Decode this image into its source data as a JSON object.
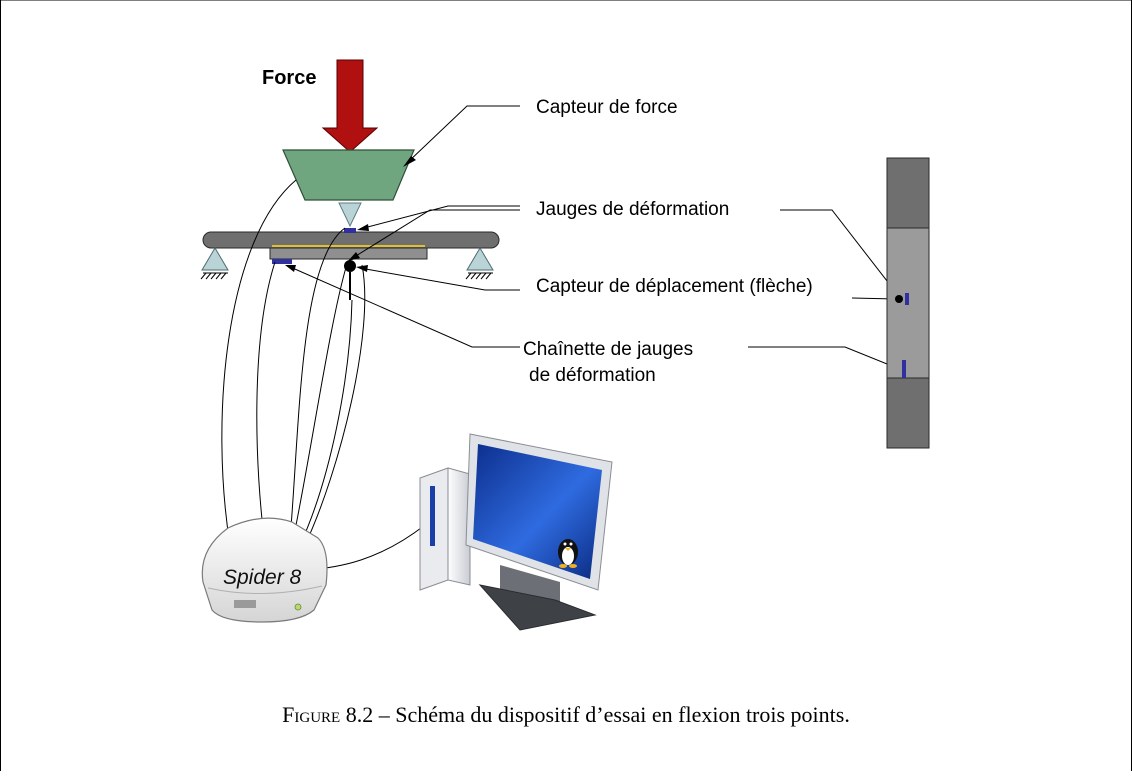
{
  "labels": {
    "force": "Force",
    "capteur_force": "Capteur de force",
    "jauges": "Jauges de déformation",
    "capteur_deplacement": "Capteur de déplacement (flèche)",
    "chainette_line1": "Chaînette de jauges",
    "chainette_line2": "de déformation",
    "spider": "Spider 8"
  },
  "caption": {
    "prefix": "Figure 8.2",
    "text": "– Schéma du dispositif d’essai en flexion trois points."
  },
  "colors": {
    "force_arrow": "#b01010",
    "force_sensor": "#6fa67f",
    "beam": "#6f6f6f",
    "specimen": "#8f8f8f",
    "adhesive": "#e0c030",
    "supports": "#b9d3d7",
    "gauge": "#3030a0",
    "monitor_screen": "#1a4fc0"
  },
  "icons": [
    "spider8-acquisition-box",
    "desktop-computer-icon",
    "penguin-logo-icon"
  ]
}
